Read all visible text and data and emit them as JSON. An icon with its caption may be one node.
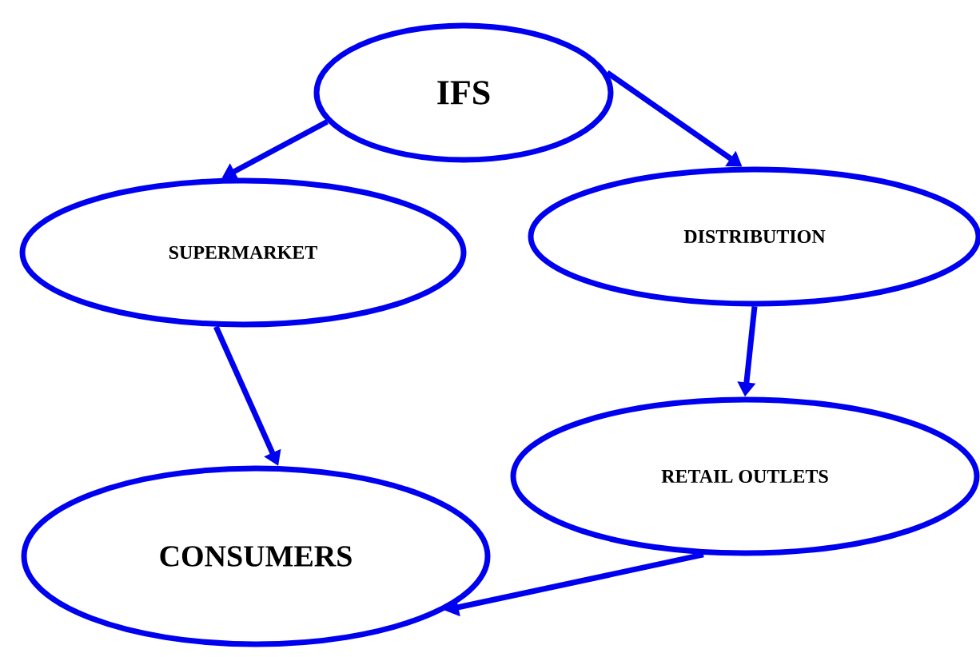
{
  "diagram": {
    "nodes": [
      {
        "text": [
          "IFS"
        ]
      },
      {
        "text": [
          "SUPERMARKET"
        ]
      },
      {
        "text": [
          "DISTRIBUTION"
        ]
      },
      {
        "text": [
          "RETAIL OUTLETS"
        ]
      },
      {
        "text": [
          "CONSUMERS"
        ]
      }
    ],
    "edges": [
      {
        "from": 0,
        "to": 1,
        "arrow": "to"
      },
      {
        "from": 0,
        "to": 2,
        "arrow": "to"
      },
      {
        "from": 1,
        "to": 4,
        "arrow": "to"
      },
      {
        "from": 2,
        "to": 3,
        "arrow": "to"
      },
      {
        "from": 3,
        "to": 4,
        "arrow": "to"
      }
    ]
  }
}
